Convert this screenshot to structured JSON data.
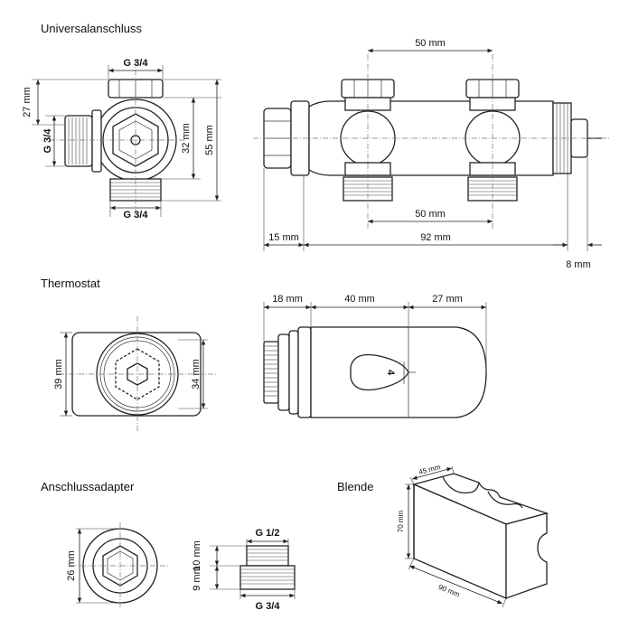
{
  "sections": {
    "universal": "Universalanschluss",
    "thermostat": "Thermostat",
    "adapter": "Anschlussadapter",
    "blende": "Blende"
  },
  "dims": {
    "g34_top": "G 3/4",
    "g34_bottom": "G 3/4",
    "g34_left": "G 3/4",
    "d27": "27 mm",
    "d32": "32 mm",
    "d55": "55 mm",
    "d50_top": "50 mm",
    "d50_bottom": "50 mm",
    "d15": "15 mm",
    "d92": "92 mm",
    "d8": "8 mm",
    "t18": "18 mm",
    "t40": "40 mm",
    "t27": "27 mm",
    "t39": "39 mm",
    "t34": "34 mm",
    "knob_mark": "4",
    "a26": "26 mm",
    "a10": "10 mm",
    "a9": "9 mm",
    "g12": "G 1/2",
    "g34_adapter": "G 3/4",
    "b45": "45 mm",
    "b70": "70 mm",
    "b90": "90 mm"
  }
}
